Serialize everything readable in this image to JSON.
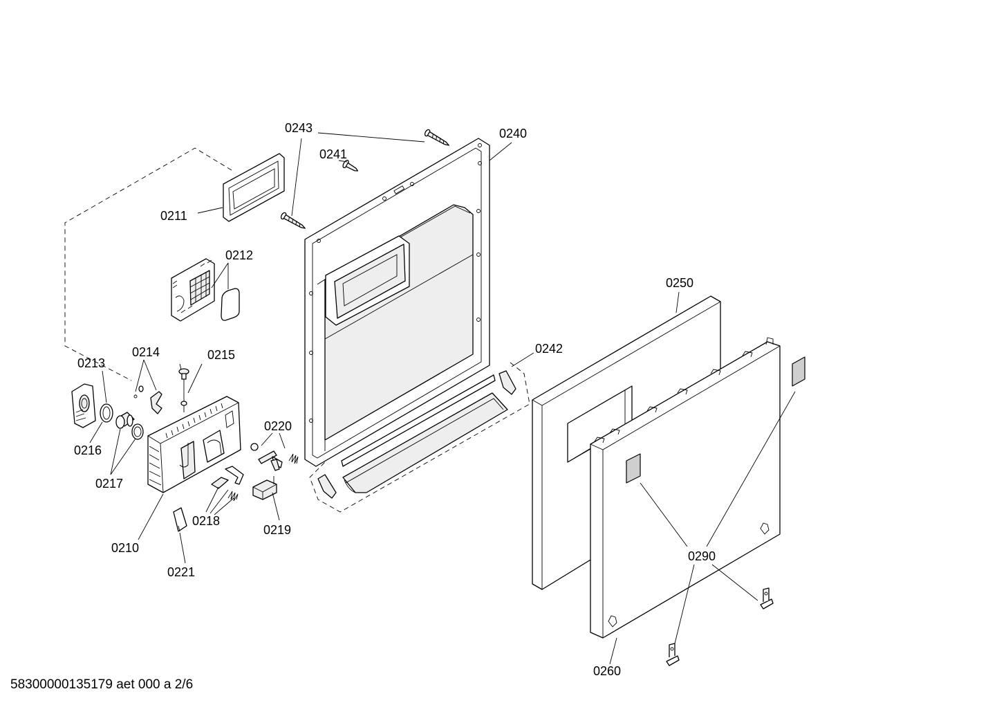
{
  "diagram": {
    "callouts": {
      "c0243": "0243",
      "c0240": "0240",
      "c0241": "0241",
      "c0211": "0211",
      "c0212": "0212",
      "c0250": "0250",
      "c0242": "0242",
      "c0214": "0214",
      "c0213": "0213",
      "c0215": "0215",
      "c0216": "0216",
      "c0220": "0220",
      "c0217": "0217",
      "c0218": "0218",
      "c0219": "0219",
      "c0210": "0210",
      "c0221": "0221",
      "c0290": "0290",
      "c0260": "0260"
    },
    "footer": "58300000135179 aet 000 a 2/6"
  }
}
